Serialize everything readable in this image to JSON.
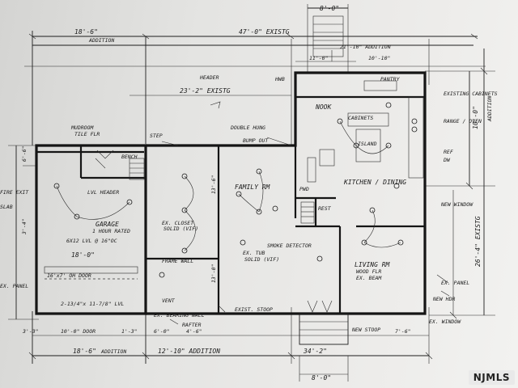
{
  "watermark": "NJMLS",
  "dimensions": {
    "top_overall": "47'-0\" EXISTG",
    "top_left": "18'-6\"",
    "top_left_sub": "ADDITION",
    "bay_top": "8'-0\"",
    "addition_top": "21'-10\" ADDITION",
    "addition_top_sub": "10'-10\"",
    "addition_left": "11'-0\"",
    "existg_mid": "23'-2\" EXISTG",
    "right_side": "10'-0\"",
    "right_addition": "ADDITION",
    "right_overall": "26'-4\" EXISTG",
    "bottom_left": "18'-6\"",
    "bottom_left_sub": "ADDITION",
    "bottom_mid": "12'-10\" ADDITION",
    "bottom_overall": "34'-2\"",
    "bottom_bay": "8'-0\"",
    "garage_width": "18'-0\"",
    "door_dim": "10'-0\" DOOR",
    "d1": "1'-3\"",
    "d2": "6'-0\"",
    "d3": "4'-6\"",
    "d4": "7'-6\"",
    "d5": "3'-3\"",
    "left_a": "6'-6\"",
    "left_b": "3'-4\"",
    "fr_a": "13'-6\"",
    "fr_b": "13'-0\""
  },
  "labels": {
    "mudroom": "MUDROOM",
    "mudroom_sub": "TILE FLR",
    "bench": "BENCH",
    "garage": "GARAGE",
    "garage_sub": "1 HOUR RATED",
    "garage_hdr": "LVL HEADER",
    "garage_dim": "6X12 LVL @ 16\"OC",
    "oh_door": "16'x7' OH DOOR",
    "oh_sub": "2-13/4\"x 11-7/8\" LVL",
    "family_rm": "FAMILY RM",
    "family_sub": "FRAME WALL",
    "ex_closet": "EX. CLOSET",
    "ex_closet_sub": "SOLID (VIF)",
    "ex_tub": "EX. TUB",
    "ex_tub_sub": "SOLID (VIF)",
    "nook": "NOOK",
    "pantry": "PANTRY",
    "kitchen": "KITCHEN / DINING",
    "living": "LIVING RM",
    "living_sub": "WOOD FLR",
    "living_sub2": "EX. BEAM",
    "rest": "REST",
    "hwb": "HWB",
    "pwd": "PWD",
    "fire_exit": "FIRE EXIT",
    "ex_panel": "EX. PANEL",
    "ex_panel2": "EX. PANEL",
    "cab": "CABINETS",
    "island": "ISLAND",
    "range": "RANGE / OVEN",
    "ref": "REF",
    "dw": "DW",
    "header_l": "HEADER",
    "double_hung": "DOUBLE HUNG",
    "cabinet_note": "EXISTING CABINETS",
    "bump_out": "BUMP OUT",
    "step": "STEP",
    "exist_stoop": "EXIST. STOOP",
    "new_stoop": "NEW STOOP",
    "vent": "VENT",
    "ex_window": "EX. WINDOW",
    "new_window": "NEW WINDOW",
    "new_hdr": "NEW HDR",
    "smoke": "SMOKE DETECTOR",
    "rafter": "RAFTER",
    "ex_bearing": "EX. BEARING WALL",
    "slab": "SLAB"
  }
}
